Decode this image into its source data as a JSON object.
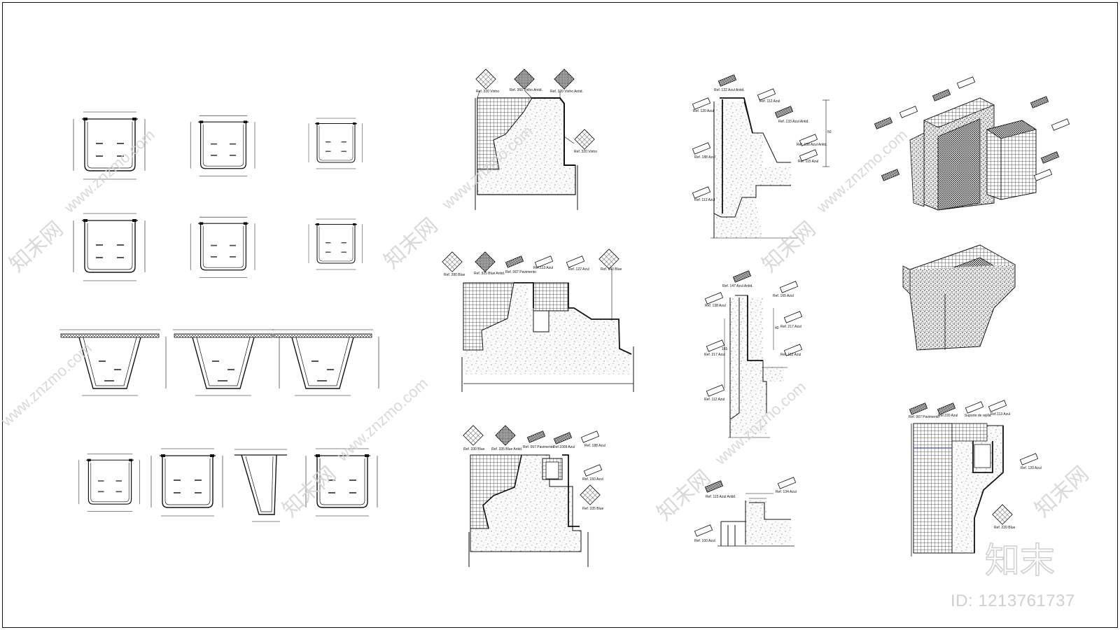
{
  "watermark": {
    "brand_cn": "知末网",
    "url_text": "www.znzmo.com",
    "logo_text": "知末",
    "id_label": "ID: 1213761737"
  },
  "colors": {
    "line": "#111111",
    "watermark": "#d6d6d6",
    "hatch": "#222222",
    "concrete": "#6a6a6a",
    "accent": "#3a4fa8"
  },
  "sheet": {
    "labels": {
      "ref320": "Ref. 320 Vinho",
      "ref360": "Ref. 360 Vinho Antid.",
      "ref320b": "Ref. 320 Vinho Antid.",
      "ref320c": "Ref. 320 Vinho",
      "ref280": "Ref. 280 Blue",
      "ref325": "Ref. 325 Blue Antid.",
      "ref067": "Ref. 067 Pavimento",
      "ref113": "Ref.113 Azul",
      "ref122": "Ref. 122 Azul",
      "ref340": "Ref. 340 Blue",
      "ref330": "Ref. 330 Blue",
      "ref335": "Ref. 335 Blue Antid.",
      "ref067b": "Ref. 067 Pavimento",
      "ref1009": "Ref.1009 Azul",
      "ref188": "Ref. 188 Azul",
      "ref150": "Ref. 150 Azul",
      "ref335b": "Ref. 335 Blue",
      "ref132a": "Ref. 132 Azul Antid.",
      "ref112": "Ref. 112 Azul",
      "ref120": "Ref. 120 Azul",
      "ref133": "Ref. 133 Azul Antid.",
      "ref188b": "Ref. 188 Azul",
      "ref138": "Ref. 138 Azul Antid.",
      "ref113b": "Ref. 113 Azul",
      "ref115": "Ref. 115 Azul",
      "ref147": "Ref. 147 Azul Antid.",
      "ref138b": "Ref. 138 Azul",
      "ref165": "Ref. 165 Azul",
      "ref217": "Ref. 217 Azul",
      "ref217b": "Ref. 217 Azul",
      "ref112b": "Ref. 112 Azul",
      "ref112c": "Ref. 112 Azul",
      "ref115b": "Ref. 115 Azul Antid.",
      "ref134": "Ref. 134 Azul",
      "ref100": "Ref. 100 Azul",
      "ref067c": "Ref. 067 Pavimento",
      "ref220": "Ref.220 Azul",
      "suporte": "Suporte de rejilla",
      "ref1113": "Ref.113 Azul",
      "ref120b": "Ref. 120 Azul",
      "ref220b": "Ref. 220 Blue",
      "d50": "50",
      "d165": "165",
      "d40": "40"
    }
  }
}
